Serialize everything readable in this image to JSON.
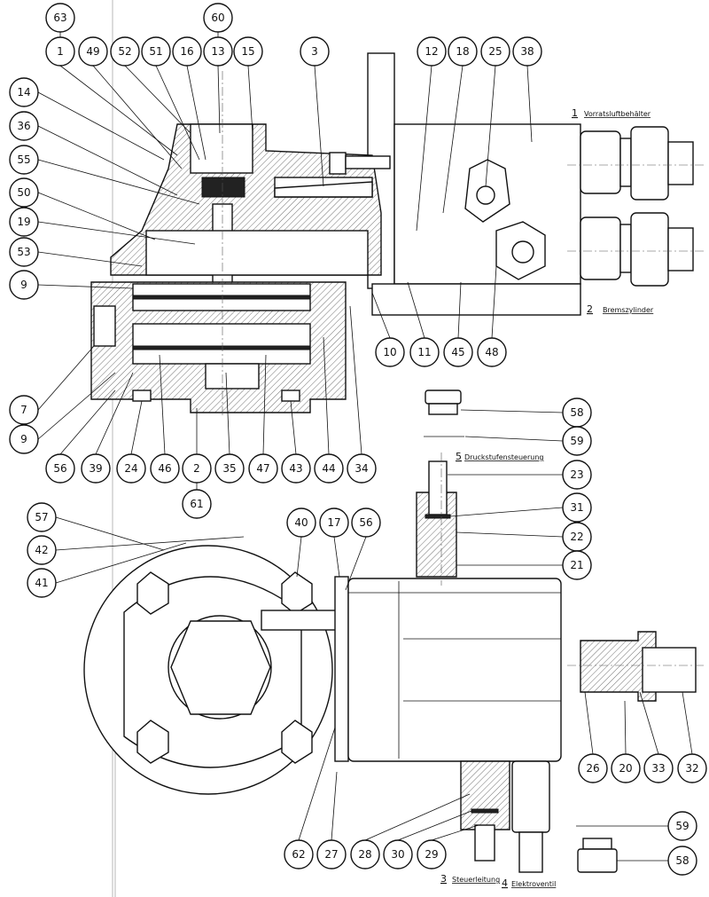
{
  "callouts": {
    "c63": "63",
    "c60": "60",
    "c1": "1",
    "c49": "49",
    "c52": "52",
    "c51": "51",
    "c16": "16",
    "c13": "13",
    "c15": "15",
    "c3": "3",
    "c12": "12",
    "c18": "18",
    "c25": "25",
    "c38": "38",
    "c14": "14",
    "c36": "36",
    "c55": "55",
    "c50": "50",
    "c19": "19",
    "c53": "53",
    "c9a": "9",
    "c10": "10",
    "c11": "11",
    "c45": "45",
    "c48": "48",
    "c7": "7",
    "c9b": "9",
    "c56a": "56",
    "c39": "39",
    "c24": "24",
    "c46": "46",
    "c2": "2",
    "c35": "35",
    "c47": "47",
    "c43": "43",
    "c44": "44",
    "c34": "34",
    "c61": "61",
    "c58a": "58",
    "c59a": "59",
    "c23": "23",
    "c31": "31",
    "c22": "22",
    "c21": "21",
    "c57": "57",
    "c42": "42",
    "c41": "41",
    "c40": "40",
    "c17": "17",
    "c56b": "56",
    "c26": "26",
    "c20": "20",
    "c33": "33",
    "c32": "32",
    "c62": "62",
    "c27": "27",
    "c28": "28",
    "c30": "30",
    "c29": "29",
    "c59b": "59",
    "c58b": "58"
  },
  "ports": {
    "p1": {
      "num": "1",
      "label": "Vorratsluftbehälter"
    },
    "p2": {
      "num": "2",
      "label": "Bremszylinder"
    },
    "p3": {
      "num": "3",
      "label": "Steuerleitung"
    },
    "p4": {
      "num": "4",
      "label": "Elektroventil"
    },
    "p5": {
      "num": "5",
      "label": "Druckstufensteuerung"
    }
  }
}
